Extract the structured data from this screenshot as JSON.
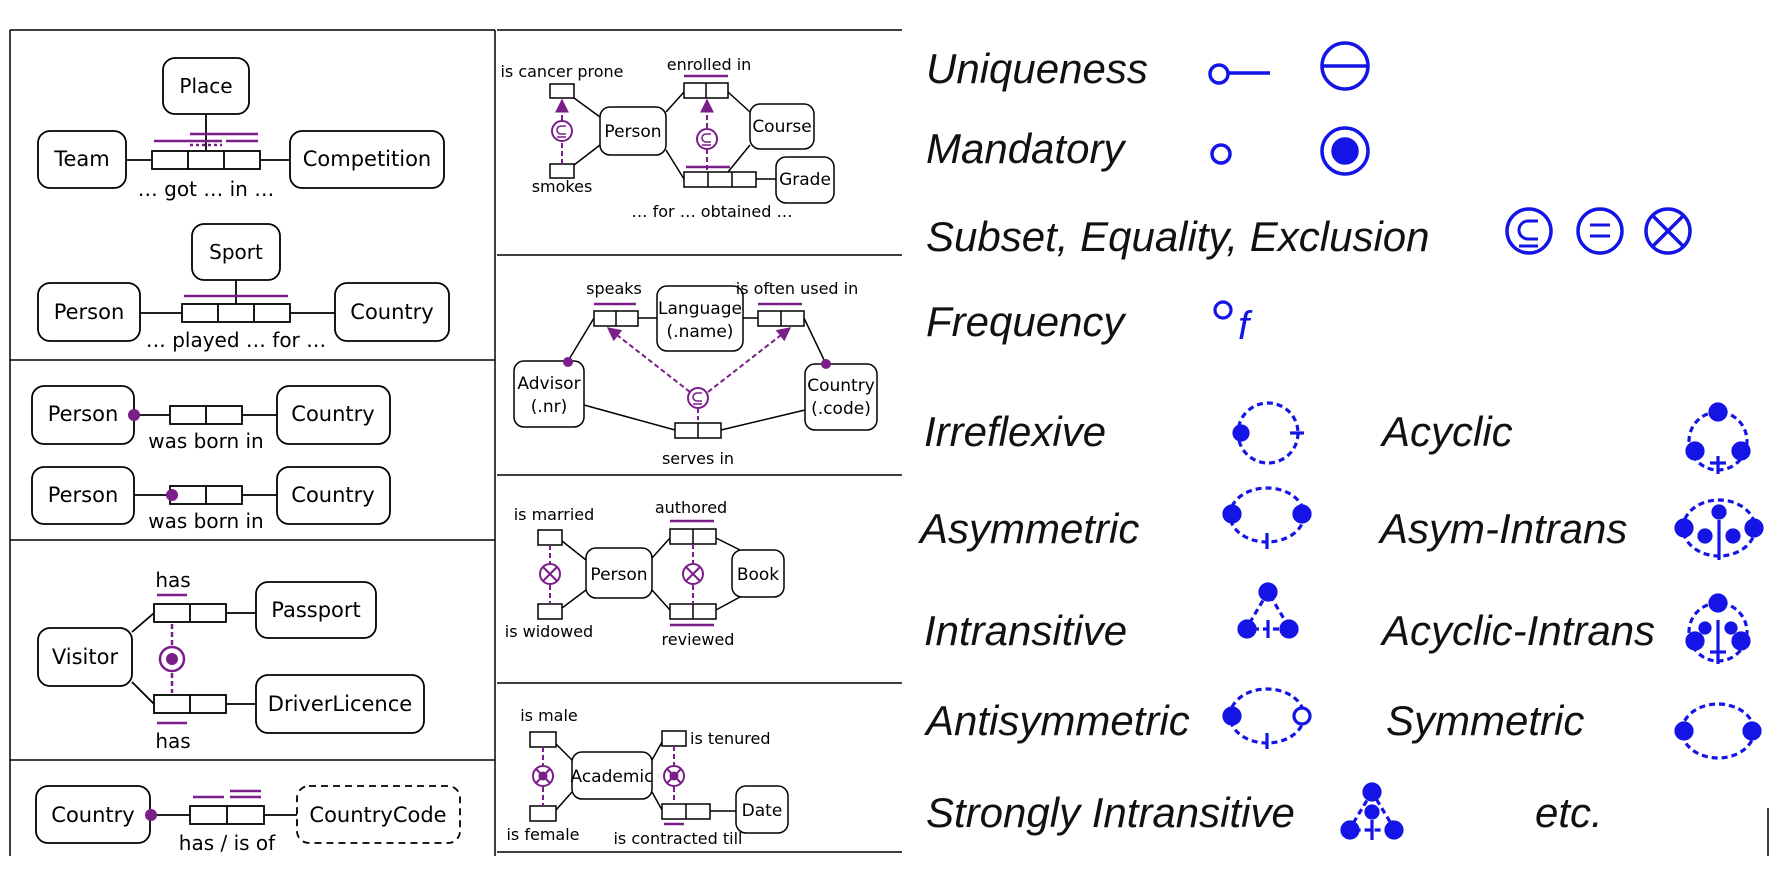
{
  "colors": {
    "constraint": "#7a1f8a",
    "legend": "#1414e6",
    "line": "#000000"
  },
  "panels": {
    "ternary": {
      "place": "Place",
      "team": "Team",
      "competition": "Competition",
      "reading1": "… got … in …",
      "sport": "Sport",
      "person": "Person",
      "country": "Country",
      "reading2": "… played … for …"
    },
    "born": {
      "person1": "Person",
      "country1": "Country",
      "reading1": "was born in",
      "person2": "Person",
      "country2": "Country",
      "reading2": "was born in"
    },
    "visitor": {
      "visitor": "Visitor",
      "passport": "Passport",
      "driver": "DriverLicence",
      "has1": "has",
      "has2": "has"
    },
    "countrycode": {
      "country": "Country",
      "code": "CountryCode",
      "reading": "has / is of"
    },
    "subset": {
      "cancer": "is cancer prone",
      "smokes": "smokes",
      "person": "Person",
      "enrolled": "enrolled in",
      "course": "Course",
      "grade": "Grade",
      "reading": "… for … obtained …"
    },
    "language": {
      "speaks": "speaks",
      "language": "Language",
      "language_ref": "(.name)",
      "often": "is often used in",
      "advisor": "Advisor",
      "advisor_ref": "(.nr)",
      "country": "Country",
      "country_ref": "(.code)",
      "serves": "serves in"
    },
    "exclusion": {
      "married": "is married",
      "widowed": "is widowed",
      "person": "Person",
      "authored": "authored",
      "reviewed": "reviewed",
      "book": "Book"
    },
    "academic": {
      "male": "is male",
      "female": "is female",
      "academic": "Academic",
      "tenured": "is tenured",
      "contracted": "is contracted till",
      "date": "Date"
    }
  },
  "legend": {
    "uniqueness": "Uniqueness",
    "mandatory": "Mandatory",
    "set": "Subset, Equality, Exclusion",
    "frequency": "Frequency",
    "frequency_symbol": "f",
    "irreflexive": "Irreflexive",
    "acyclic": "Acyclic",
    "asymmetric": "Asymmetric",
    "asym_intrans": "Asym-Intrans",
    "intransitive": "Intransitive",
    "acyclic_intrans": "Acyclic-Intrans",
    "antisymmetric": "Antisymmetric",
    "symmetric": "Symmetric",
    "strongly": "Strongly Intransitive",
    "etc": "etc."
  }
}
